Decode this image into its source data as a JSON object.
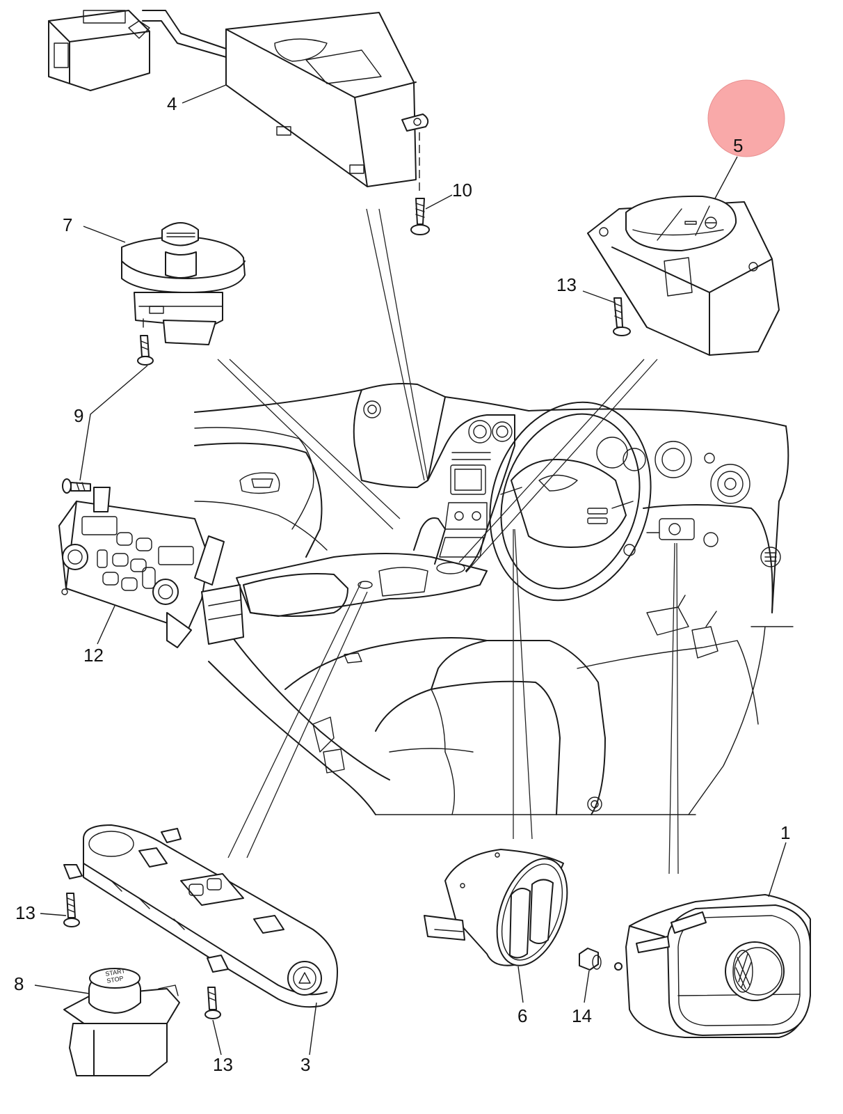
{
  "callouts": [
    {
      "id": "1",
      "label": "1"
    },
    {
      "id": "3",
      "label": "3"
    },
    {
      "id": "4",
      "label": "4"
    },
    {
      "id": "5",
      "label": "5"
    },
    {
      "id": "6",
      "label": "6"
    },
    {
      "id": "7",
      "label": "7"
    },
    {
      "id": "8",
      "label": "8"
    },
    {
      "id": "9",
      "label": "9"
    },
    {
      "id": "10",
      "label": "10"
    },
    {
      "id": "12",
      "label": "12"
    },
    {
      "id": "13a",
      "label": "13"
    },
    {
      "id": "13b",
      "label": "13"
    },
    {
      "id": "13c",
      "label": "13"
    },
    {
      "id": "14",
      "label": "14"
    }
  ],
  "button_text": {
    "start_stop_line1": "START",
    "start_stop_line2": "STOP"
  },
  "colors": {
    "highlight": "#f9a9a9",
    "line": "#1a1a1a",
    "background": "#ffffff"
  }
}
